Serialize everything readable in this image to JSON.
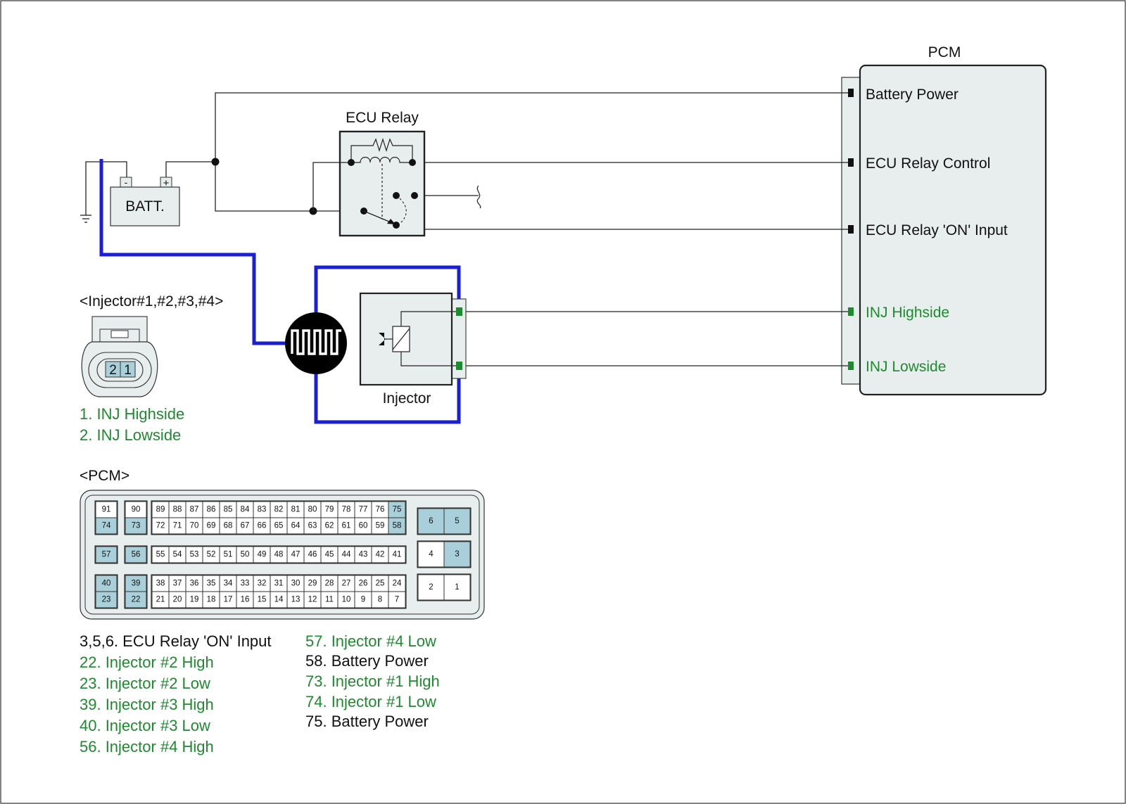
{
  "colors": {
    "wire": "#222222",
    "probe_wire": "#1a1fd6",
    "green_text": "#1e8a2e",
    "component_fill": "#e8eeee",
    "pin_highlight": "#a9d0da",
    "pin_terminal_green": "#1e8a2e"
  },
  "pcm": {
    "title": "PCM",
    "pins": [
      {
        "label": "Battery Power",
        "green": false
      },
      {
        "label": "ECU Relay Control",
        "green": false
      },
      {
        "label": "ECU Relay 'ON' Input",
        "green": false
      },
      {
        "label": "INJ Highside",
        "green": true
      },
      {
        "label": "INJ Lowside",
        "green": true
      }
    ]
  },
  "battery": {
    "label": "BATT.",
    "neg": "-",
    "pos": "+"
  },
  "relay": {
    "title": "ECU Relay"
  },
  "injector": {
    "title": "Injector"
  },
  "probe": {
    "icon": "oscilloscope-waveform-icon"
  },
  "injector_connector": {
    "title": "<Injector#1,#2,#3,#4>",
    "pin_numbers": [
      "2",
      "1"
    ],
    "legend": [
      "1. INJ Highside",
      "2. INJ Lowside"
    ]
  },
  "pcm_connector": {
    "title": "<PCM>",
    "highlighted_pins": [
      3,
      5,
      6,
      22,
      23,
      39,
      40,
      56,
      57,
      58,
      73,
      74,
      75
    ],
    "legend_col1": [
      {
        "text": "3,5,6. ECU Relay 'ON' Input",
        "green": false
      },
      {
        "text": "22. Injector #2 High",
        "green": true
      },
      {
        "text": "23. Injector #2 Low",
        "green": true
      },
      {
        "text": "39. Injector #3 High",
        "green": true
      },
      {
        "text": "40. Injector #3 Low",
        "green": true
      },
      {
        "text": "56. Injector #4 High",
        "green": true
      }
    ],
    "legend_col2": [
      {
        "text": "57. Injector #4 Low",
        "green": true
      },
      {
        "text": "58. Battery Power",
        "green": false
      },
      {
        "text": "73. Injector #1 High",
        "green": true
      },
      {
        "text": "74. Injector #1 Low",
        "green": true
      },
      {
        "text": "75. Battery Power",
        "green": false
      }
    ]
  }
}
